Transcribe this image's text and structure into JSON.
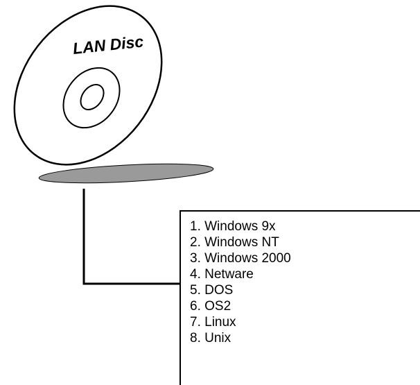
{
  "disc": {
    "label": "LAN Disc",
    "shadow_color": "#9a9a9a",
    "line_color": "#000000"
  },
  "os_list": {
    "items": [
      "1. Windows 9x",
      "2. Windows NT",
      "3. Windows 2000",
      "4. Netware",
      "5. DOS",
      "6. OS2",
      "7. Linux",
      "8. Unix"
    ]
  }
}
